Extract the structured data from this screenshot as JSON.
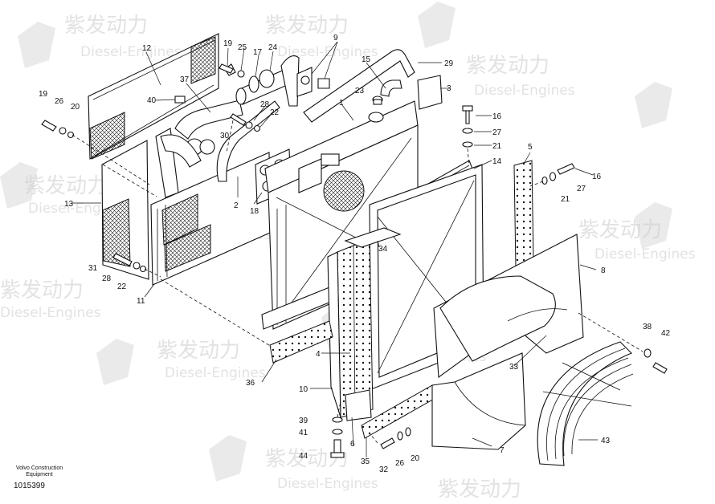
{
  "watermark": {
    "brand": "紫发动力",
    "sub": "Diesel-Engines"
  },
  "caption": {
    "line1": "Volvo Construction",
    "line2": "Equipment",
    "doc_number": "1015399"
  },
  "callouts": {
    "c1": "1",
    "c2": "2",
    "c3": "3",
    "c4": "4",
    "c5": "5",
    "c6": "6",
    "c7": "7",
    "c8": "8",
    "c9": "9",
    "c10": "10",
    "c11": "11",
    "c12": "12",
    "c13": "13",
    "c14": "14",
    "c15": "15",
    "c16a": "16",
    "c16b": "16",
    "c17": "17",
    "c18": "18",
    "c19a": "19",
    "c19b": "19",
    "c20a": "20",
    "c20b": "20",
    "c21a": "21",
    "c21b": "21",
    "c22a": "22",
    "c22b": "22",
    "c23": "23",
    "c24": "24",
    "c25": "25",
    "c26a": "26",
    "c26b": "26",
    "c27a": "27",
    "c27b": "27",
    "c28a": "28",
    "c28b": "28",
    "c29": "29",
    "c30": "30",
    "c31": "31",
    "c32": "32",
    "c33": "33",
    "c34": "34",
    "c35": "35",
    "c36": "36",
    "c37": "37",
    "c38": "38",
    "c39": "39",
    "c40": "40",
    "c41": "41",
    "c42": "42",
    "c43": "43",
    "c44": "44"
  }
}
